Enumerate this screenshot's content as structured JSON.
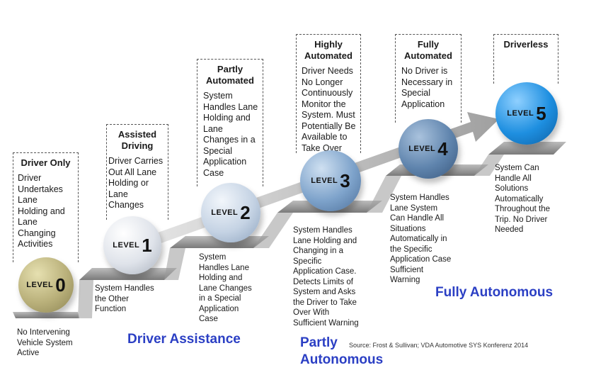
{
  "levels": [
    {
      "title": "Driver Only",
      "description": "Driver\nUndertakes\nLane\nHolding and\nLane\nChanging\nActivities",
      "level_word": "LEVEL",
      "number": "0",
      "below": "No Intervening\nVehicle System\nActive",
      "color": "#b9b07a"
    },
    {
      "title": "Assisted\nDriving",
      "description": "Driver Carries\nOut All Lane\nHolding or\nLane\nChanges",
      "level_word": "LEVEL",
      "number": "1",
      "below": "System Handles\nthe Other\nFunction",
      "color": "#dfe3ea"
    },
    {
      "title": "Partly\nAutomated",
      "description": "System\nHandles Lane\nHolding and\nLane\nChanges in a\nSpecial\nApplication\nCase",
      "level_word": "LEVEL",
      "number": "2",
      "below": "System\nHandles Lane\nHolding and\nLane Changes\nin a Special\nApplication\nCase",
      "color": "#c5d3e4"
    },
    {
      "title": "Highly\nAutomated",
      "description": "Driver Needs\nNo Longer\nContinuously\nMonitor the\nSystem. Must\nPotentially Be\nAvailable to\nTake Over",
      "level_word": "LEVEL",
      "number": "3",
      "below": "System Handles\nLane Holding and\nChanging in a\nSpecific\nApplication Case.\nDetects Limits of\nSystem and Asks\nthe Driver to Take\nOver With\nSufficient Warning",
      "color": "#7ea3cb"
    },
    {
      "title": "Fully\nAutomated",
      "description": "No Driver is\nNecessary in\nSpecial\nApplication",
      "level_word": "LEVEL",
      "number": "4",
      "below": "System Handles\nLane System\nCan Handle All\nSituations\nAutomatically in\nthe Specific\nApplication Case\nSufficient\nWarning",
      "color": "#5f84ad"
    },
    {
      "title": "Driverless",
      "description": "",
      "level_word": "LEVEL",
      "number": "5",
      "below": "System Can\nHandle All\nSolutions\nAutomatically\nThroughout the\nTrip. No Driver\nNeeded",
      "color": "#1e8fe0"
    }
  ],
  "categories": {
    "driver_assistance": "Driver Assistance",
    "partly_autonomous": "Partly\nAutonomous",
    "fully_autonomous": "Fully Autonomous"
  },
  "source": "Source: Frost & Sullivan; VDA Automotive SYS Konferenz 2014",
  "colors": {
    "category_text": "#2b3fc4",
    "step": "#8c8c8c",
    "arrow": "#9a9a9a"
  }
}
